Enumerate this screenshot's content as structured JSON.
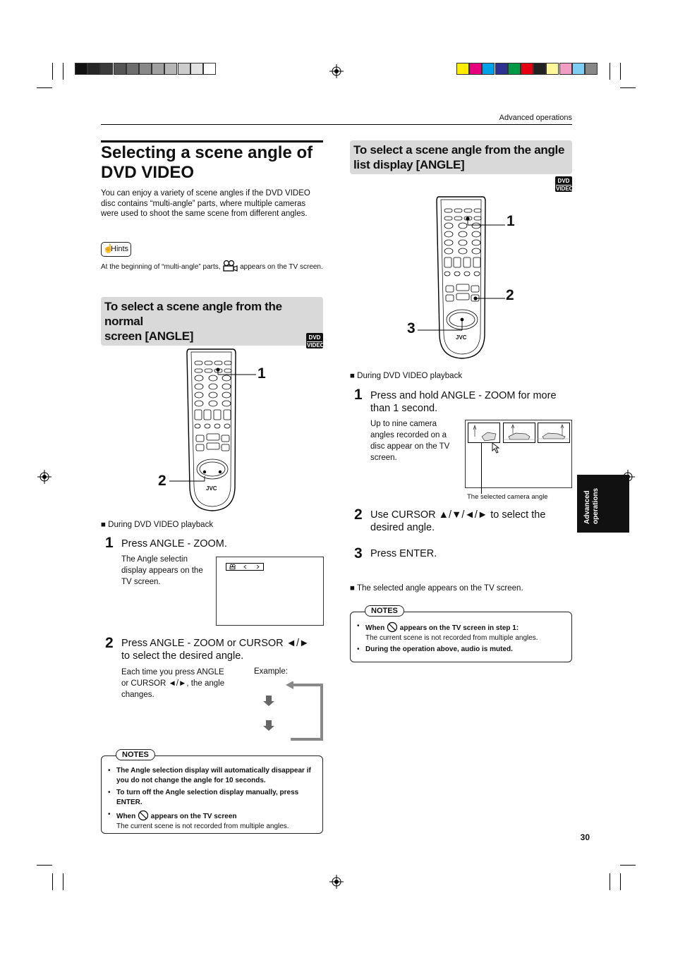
{
  "header": {
    "section": "Advanced operations"
  },
  "registration": {
    "gray_swatches": [
      "#111111",
      "#262626",
      "#3b3b3b",
      "#555555",
      "#6e6e6e",
      "#888888",
      "#a0a0a0",
      "#b6b6b6",
      "#cccccc",
      "#e2e2e2",
      "#ffffff"
    ],
    "color_swatches": [
      "#ffec00",
      "#e6007e",
      "#00a0e9",
      "#2e3192",
      "#009944",
      "#e60012",
      "#222222",
      "#fff799",
      "#f19ec2",
      "#7ecef4",
      "#888888"
    ]
  },
  "left": {
    "title_line1": "Selecting a scene angle of",
    "title_line2": "DVD VIDEO",
    "intro": "You can enjoy a variety of scene angles if the DVD VIDEO disc contains “multi-angle” parts, where multiple cameras were used to shoot the same scene from different angles.",
    "hints_label": "Hints",
    "hint_before": "At the beginning of “multi-angle” parts,",
    "hint_after": "appears on the TV screen.",
    "section_title_line1": "To select a scene angle from the normal",
    "section_title_line2": "screen [ANGLE]",
    "dvd_logo_top": "DVD",
    "dvd_logo_bottom": "VIDEO",
    "remote_brand": "JVC",
    "callout_1": "1",
    "callout_2": "2",
    "playback_label": "During DVD VIDEO playback",
    "step1_num": "1",
    "step1_text": "Press ANGLE - ZOOM.",
    "step1_desc": "The Angle selectin display appears on the TV screen.",
    "step2_num": "2",
    "step2_text": "Press ANGLE - ZOOM or CURSOR ◄/► to select the desired angle.",
    "step2_desc": "Each time you press ANGLE or CURSOR ◄/►, the angle changes.",
    "example_label": "Example:",
    "notes_label": "NOTES",
    "notes": [
      {
        "bold": "The Angle selection display will automatically disappear if you do not change the angle for 10 seconds.",
        "plain": ""
      },
      {
        "bold": "To turn off the Angle selection display manually, press ENTER.",
        "plain": ""
      }
    ],
    "note3_when": "When",
    "note3_after": "appears on the TV screen",
    "note3_plain": "The current scene is not recorded from multiple angles."
  },
  "right": {
    "section_title_line1": "To select a scene angle from the angle",
    "section_title_line2": "list display [ANGLE]",
    "dvd_logo_top": "DVD",
    "dvd_logo_bottom": "VIDEO",
    "remote_brand": "JVC",
    "callout_1": "1",
    "callout_2": "2",
    "callout_3": "3",
    "playback_label": "During DVD VIDEO playback",
    "step1_num": "1",
    "step1_text": "Press and hold ANGLE - ZOOM for more than 1 second.",
    "step1_desc": "Up to nine camera angles recorded on a disc appear on the TV screen.",
    "selected_label": "The selected camera angle",
    "step2_num": "2",
    "step2_text": "Use CURSOR ▲/▼/◄/► to select the desired angle.",
    "step3_num": "3",
    "step3_text": "Press ENTER.",
    "result": "The selected angle appears on the TV screen.",
    "notes_label": "NOTES",
    "note1_when": "When",
    "note1_after": "appears on the TV screen in step 1:",
    "note1_plain": "The current scene is not recorded from multiple angles.",
    "note2": "During the operation above, audio is muted."
  },
  "side_tab": {
    "line1": "Advanced",
    "line2": "operations"
  },
  "page_number": "30"
}
